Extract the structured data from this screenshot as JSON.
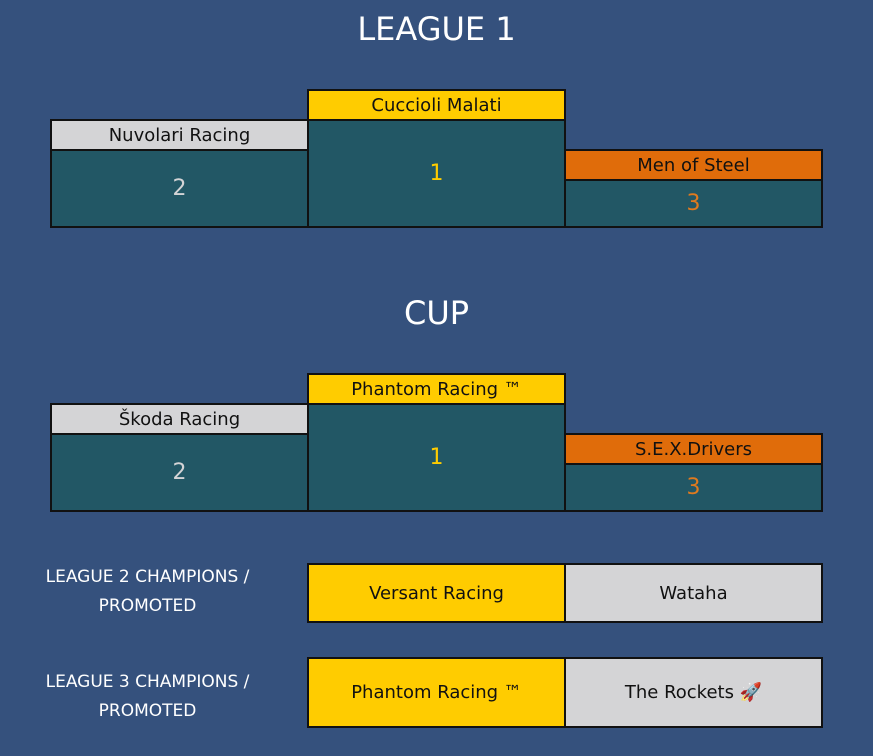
{
  "league1": {
    "title": "LEAGUE 1",
    "first": {
      "team": "Cuccioli Malati",
      "rank": "1"
    },
    "second": {
      "team": "Nuvolari Racing",
      "rank": "2"
    },
    "third": {
      "team": "Men of Steel",
      "rank": "3"
    }
  },
  "cup": {
    "title": "CUP",
    "first": {
      "team": "Phantom Racing ™",
      "rank": "1"
    },
    "second": {
      "team": "Škoda Racing",
      "rank": "2"
    },
    "third": {
      "team": "S.E.X.Drivers",
      "rank": "3"
    }
  },
  "league2": {
    "label_line1": "LEAGUE 2 CHAMPIONS /",
    "label_line2": "PROMOTED",
    "champion": "Versant Racing",
    "promoted": "Wataha"
  },
  "league3": {
    "label_line1": "LEAGUE 3 CHAMPIONS /",
    "label_line2": "PROMOTED",
    "champion": "Phantom Racing ™",
    "promoted": "The Rockets 🚀"
  },
  "colors": {
    "background": "#35517d",
    "gold": "#ffcc00",
    "silver": "#d4d4d6",
    "bronze": "#e06c0a",
    "podium": "#225765"
  }
}
